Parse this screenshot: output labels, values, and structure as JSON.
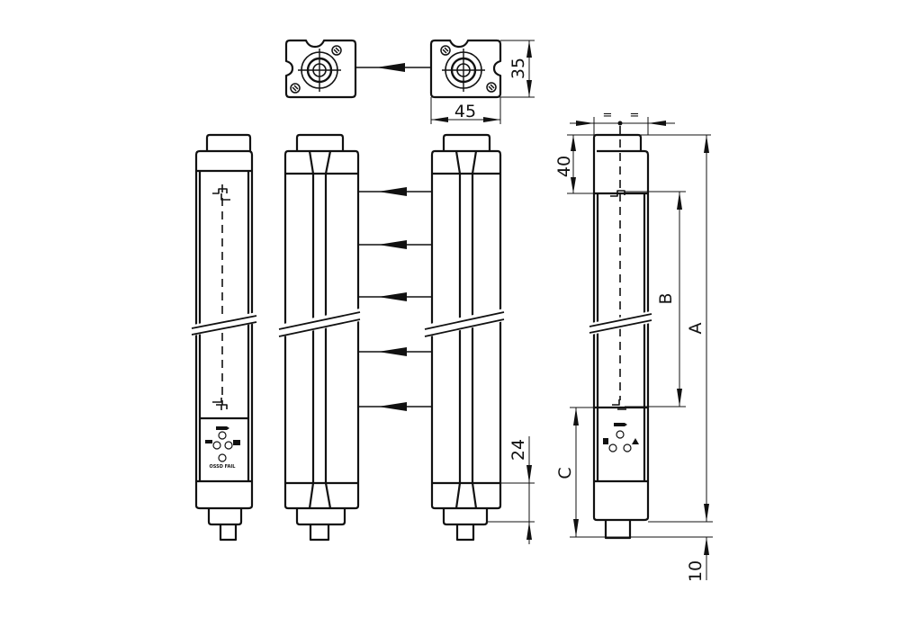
{
  "dimensions": {
    "width": "45",
    "depth": "35",
    "equal_left": "=",
    "equal_right": "=",
    "top_offset": "40",
    "resolution_pitch": "B",
    "overall_length": "A",
    "bottom_section": "C",
    "bottom_offset": "24",
    "connector": "10"
  },
  "panel": {
    "label": "OSSD FAIL"
  }
}
